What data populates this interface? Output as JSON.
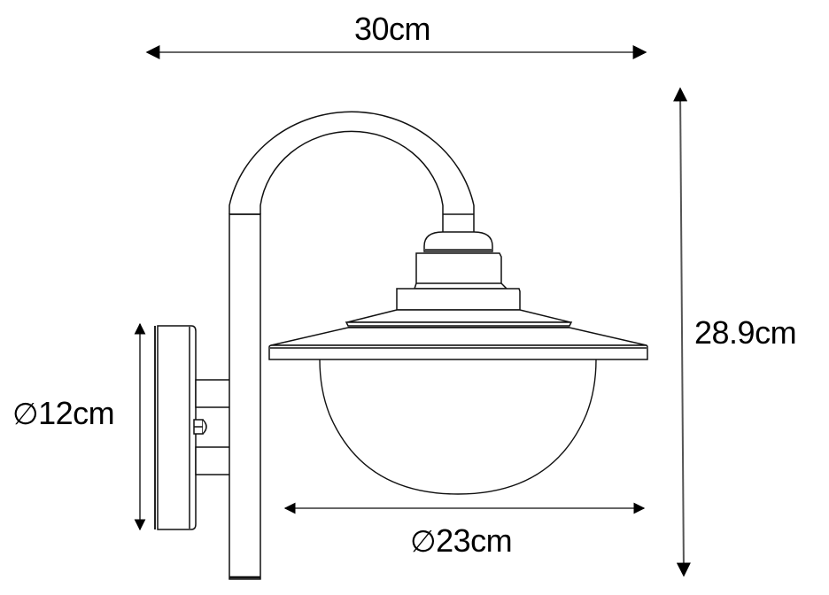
{
  "drawing": {
    "subject": "Outdoor wall lamp with curved arm, conical shade and round glass globe",
    "line_color": "#000000",
    "dimension_line_color": "#555555",
    "background": "#ffffff"
  },
  "dimensions": {
    "width": {
      "value": "30cm",
      "symbol": "",
      "orientation": "horizontal"
    },
    "height": {
      "value": "28.9cm",
      "symbol": "",
      "orientation": "vertical"
    },
    "mount_diameter": {
      "value": "12cm",
      "symbol": "∅",
      "orientation": "vertical"
    },
    "shade_diameter": {
      "value": "23cm",
      "symbol": "∅",
      "orientation": "horizontal"
    }
  }
}
